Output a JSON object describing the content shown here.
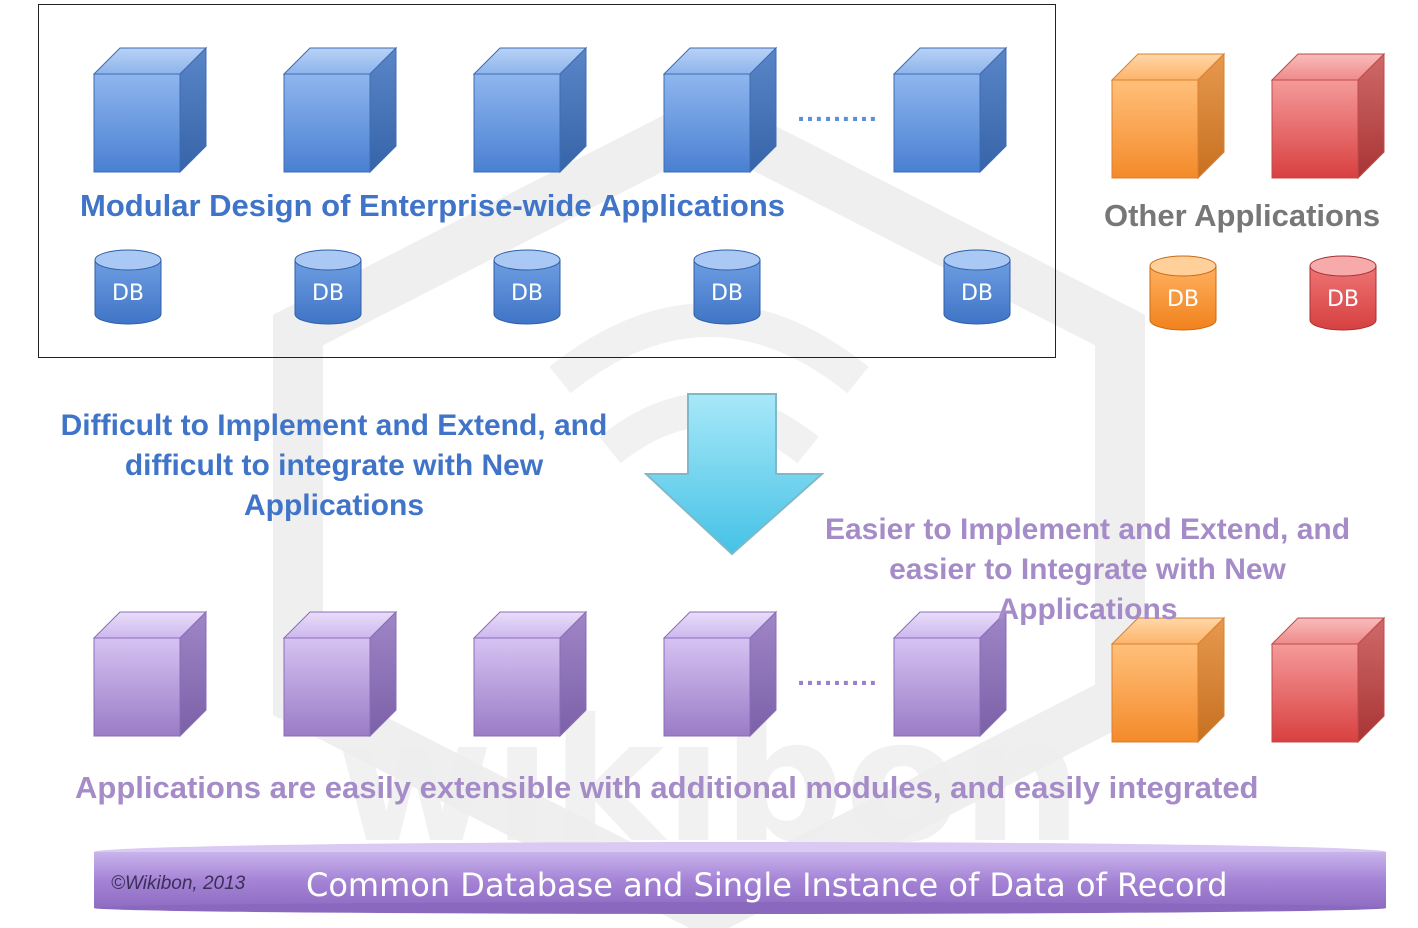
{
  "top": {
    "title": "Modular Design of Enterprise-wide Applications",
    "db_label": "DB",
    "ellipsis": "………"
  },
  "other": {
    "title": "Other Applications",
    "db_label": "DB"
  },
  "left_note": {
    "line1": "Difficult to Implement and Extend, and",
    "line2": "difficult to integrate with New",
    "line3": "Applications"
  },
  "right_note": {
    "line1": "Easier to Implement and Extend, and",
    "line2": "easier to Integrate with New",
    "line3": "Applications"
  },
  "bottom": {
    "caption": "Applications are easily extensible with additional modules, and easily integrated",
    "ellipsis": "………",
    "bar_label": "Common Database and Single Instance of Data of Record",
    "copyright": "©Wikibon, 2013"
  },
  "colors": {
    "blue": "#5b8fd9",
    "purple": "#a98bd4",
    "orange": "#f7a04a",
    "red": "#e26161",
    "arrow": "#6dd4ee"
  }
}
